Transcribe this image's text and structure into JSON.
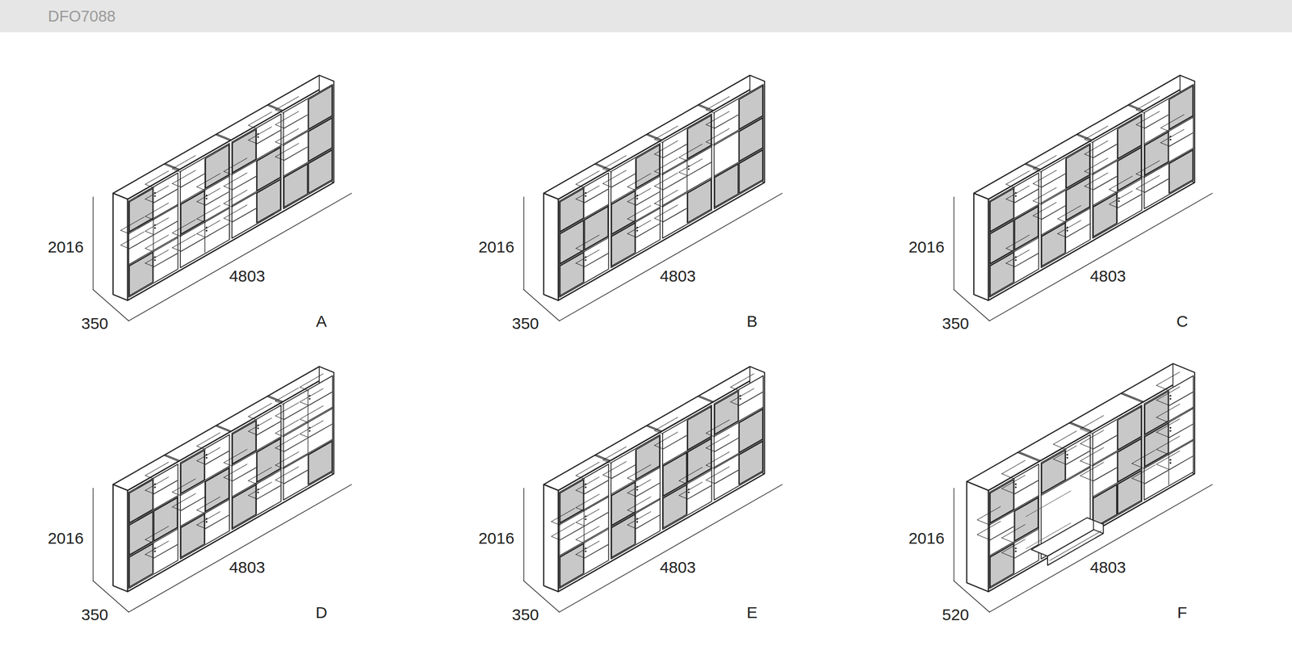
{
  "diagram": {
    "labels": [
      "DFO7088",
      "2016",
      "4803",
      "350",
      "A",
      "2016",
      "4803",
      "350",
      "B",
      "2016",
      "4803",
      "350",
      "C",
      "2016",
      "4803",
      "350",
      "D",
      "2016",
      "4803",
      "350",
      "E",
      "2016",
      "4803",
      "520",
      "F"
    ]
  }
}
